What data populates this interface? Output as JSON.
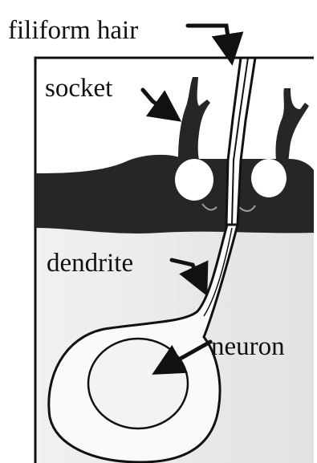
{
  "labels": {
    "filiform_hair": "filiform hair",
    "socket": "socket",
    "dendrite": "dendrite",
    "neuron": "neuron"
  },
  "colors": {
    "ink": "#111111",
    "cuticle": "#262626",
    "tissue": "#e9e9e9",
    "cell": "#fafafa",
    "background": "#ffffff"
  }
}
